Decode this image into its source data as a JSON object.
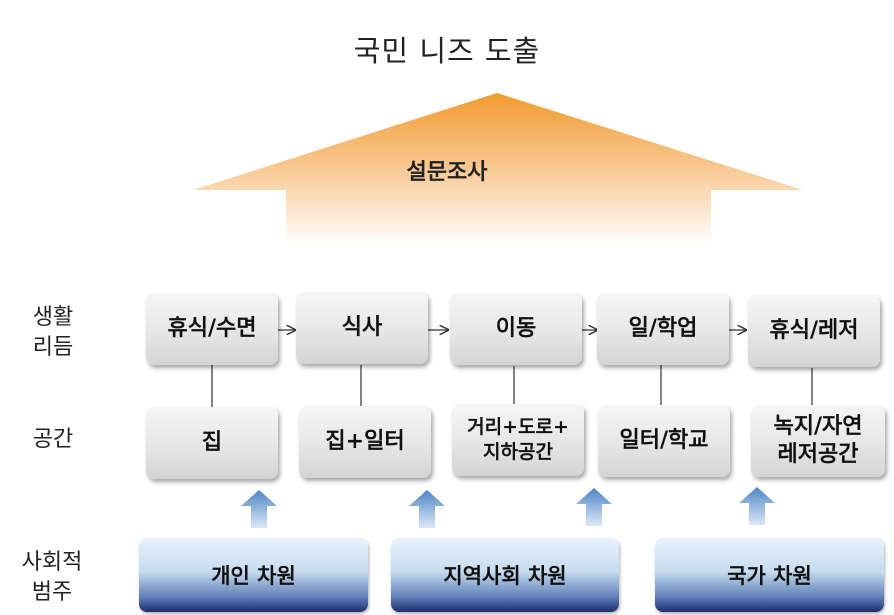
{
  "title": "국민 니즈 도출",
  "survey": {
    "label": "설문조사"
  },
  "rows": {
    "life_rhythm": [
      "생활",
      "리듬"
    ],
    "space": "공간",
    "social": [
      "사회적",
      "범주"
    ]
  },
  "activities": [
    {
      "id": "rest-sleep",
      "label": "휴식/수면"
    },
    {
      "id": "meal",
      "label": "식사"
    },
    {
      "id": "move",
      "label": "이동"
    },
    {
      "id": "work-school",
      "label": "일/학업"
    },
    {
      "id": "rest-leisure",
      "label": "휴식/레저"
    }
  ],
  "spaces": [
    {
      "id": "home",
      "lines": [
        "집"
      ]
    },
    {
      "id": "home-work",
      "lines": [
        "집+일터"
      ]
    },
    {
      "id": "street",
      "lines": [
        "거리+도로+",
        "지하공간"
      ]
    },
    {
      "id": "work-school",
      "lines": [
        "일터/학교"
      ]
    },
    {
      "id": "green",
      "lines": [
        "녹지/자연",
        "레저공간"
      ]
    }
  ],
  "dimensions": [
    {
      "id": "individual",
      "label": "개인 차원"
    },
    {
      "id": "community",
      "label": "지역사회 차원"
    },
    {
      "id": "national",
      "label": "국가 차원"
    }
  ],
  "colors": {
    "arrow_top": "#f29a2e",
    "arrow_bottom": "#ffffff",
    "up_arrow": "#4f86c6",
    "box_gradient_top": "#f6f6f6",
    "dim_gradient_bottom": "#1d2c6e"
  }
}
